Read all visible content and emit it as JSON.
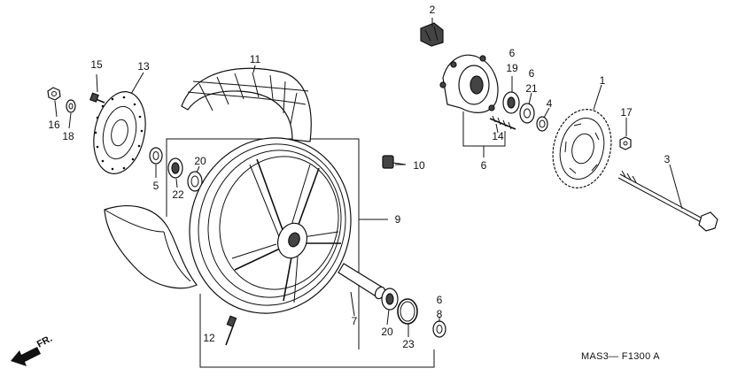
{
  "diagram": {
    "callouts": [
      {
        "id": "c1",
        "text": "1"
      },
      {
        "id": "c2",
        "text": "2"
      },
      {
        "id": "c3",
        "text": "3"
      },
      {
        "id": "c4",
        "text": "4"
      },
      {
        "id": "c5",
        "text": "5"
      },
      {
        "id": "c6a",
        "text": "6"
      },
      {
        "id": "c6b",
        "text": "6"
      },
      {
        "id": "c6c",
        "text": "6"
      },
      {
        "id": "c6d",
        "text": "6"
      },
      {
        "id": "c7",
        "text": "7"
      },
      {
        "id": "c8",
        "text": "8"
      },
      {
        "id": "c9",
        "text": "9"
      },
      {
        "id": "c10",
        "text": "10"
      },
      {
        "id": "c11",
        "text": "11"
      },
      {
        "id": "c12",
        "text": "12"
      },
      {
        "id": "c13",
        "text": "13"
      },
      {
        "id": "c14",
        "text": "14"
      },
      {
        "id": "c15",
        "text": "15"
      },
      {
        "id": "c16",
        "text": "16"
      },
      {
        "id": "c17",
        "text": "17"
      },
      {
        "id": "c18",
        "text": "18"
      },
      {
        "id": "c19",
        "text": "19"
      },
      {
        "id": "c20a",
        "text": "20"
      },
      {
        "id": "c20b",
        "text": "20"
      },
      {
        "id": "c21",
        "text": "21"
      },
      {
        "id": "c22",
        "text": "22"
      },
      {
        "id": "c23",
        "text": "23"
      }
    ],
    "direction_label": "FR.",
    "diagram_code": "MAS3— F1300 A"
  }
}
